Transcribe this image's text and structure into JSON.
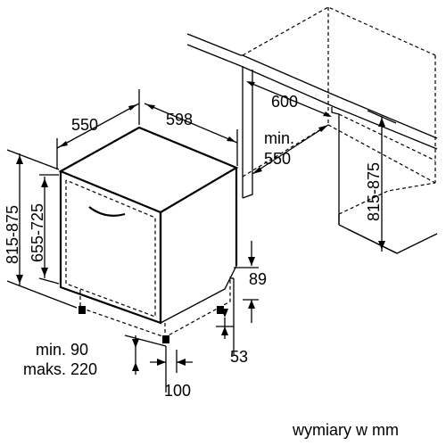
{
  "dimensions": {
    "depth_550": "550",
    "width_598": "598",
    "niche_width_600": "600",
    "niche_depth_min": "min.",
    "niche_depth_550": "550",
    "niche_height_815_875": "815-875",
    "left_height_815_875": "815-875",
    "left_height_655_725": "655-725",
    "plinth_89": "89",
    "plinth_53": "53",
    "front_min_90": "min. 90",
    "front_max_220": "maks. 220",
    "foot_100": "100"
  },
  "footer": {
    "units_note": "wymiary w mm"
  }
}
